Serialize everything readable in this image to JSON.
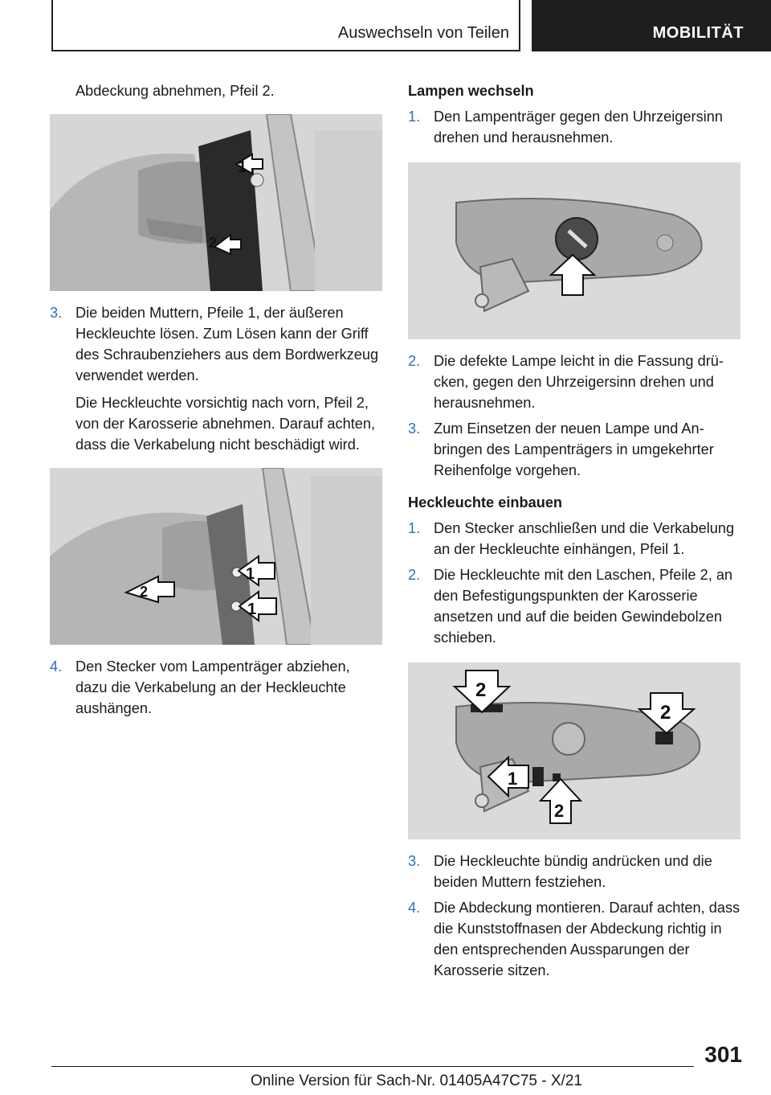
{
  "header": {
    "section": "Auswechseln von Teilen",
    "chapter": "MOBILITÄT"
  },
  "left": {
    "intro": "Abdeckung abnehmen, Pfeil 2.",
    "step3_num": "3.",
    "step3_text": "Die beiden Muttern, Pfeile 1, der äußeren Heckleuchte lösen. Zum Lösen kann der Griff des Schraubenziehers aus dem Bordwerk­zeug verwendet werden.",
    "step3_sub": "Die Heckleuchte vorsichtig nach vorn, Pfeil 2, von der Karosserie abnehmen. Darauf achten, dass die Verkabelung nicht beschädigt wird.",
    "step4_num": "4.",
    "step4_text": "Den Stecker vom Lampenträger abziehen, dazu die Verkabelung an der Heckleuchte aushängen.",
    "fig1_labels": [
      "1",
      "2"
    ],
    "fig2_labels": [
      "1",
      "1",
      "2"
    ]
  },
  "right": {
    "lampen_heading": "Lampen wechseln",
    "l_step1_num": "1.",
    "l_step1_text": "Den Lampenträger gegen den Uhrzeigersinn drehen und herausnehmen.",
    "l_step2_num": "2.",
    "l_step2_text": "Die defekte Lampe leicht in die Fassung drü­cken, gegen den Uhrzeigersinn drehen und herausnehmen.",
    "l_step3_num": "3.",
    "l_step3_text": "Zum Einsetzen der neuen Lampe und An­bringen des Lampenträgers in umgekehrter Reihenfolge vorgehen.",
    "einbau_heading": "Heckleuchte einbauen",
    "e_step1_num": "1.",
    "e_step1_text": "Den Stecker anschließen und die Verkabe­lung an der Heckleuchte einhängen, Pfeil 1.",
    "e_step2_num": "2.",
    "e_step2_text": "Die Heckleuchte mit den Laschen, Pfeile 2, an den Befestigungspunkten der Karosserie ansetzen und auf die beiden Gewindebolzen schieben.",
    "e_step3_num": "3.",
    "e_step3_text": "Die Heckleuchte bündig andrücken und die beiden Muttern festziehen.",
    "e_step4_num": "4.",
    "e_step4_text": "Die Abdeckung montieren. Darauf achten, dass die Kunststoffnasen der Abdeckung richtig in den entsprechenden Aussparungen der Karosserie sitzen.",
    "fig4_labels": [
      "2",
      "2",
      "1",
      "2"
    ]
  },
  "footer": {
    "page_number": "301",
    "online_version": "Online Version für Sach-Nr. 01405A47C75 - X/21"
  }
}
